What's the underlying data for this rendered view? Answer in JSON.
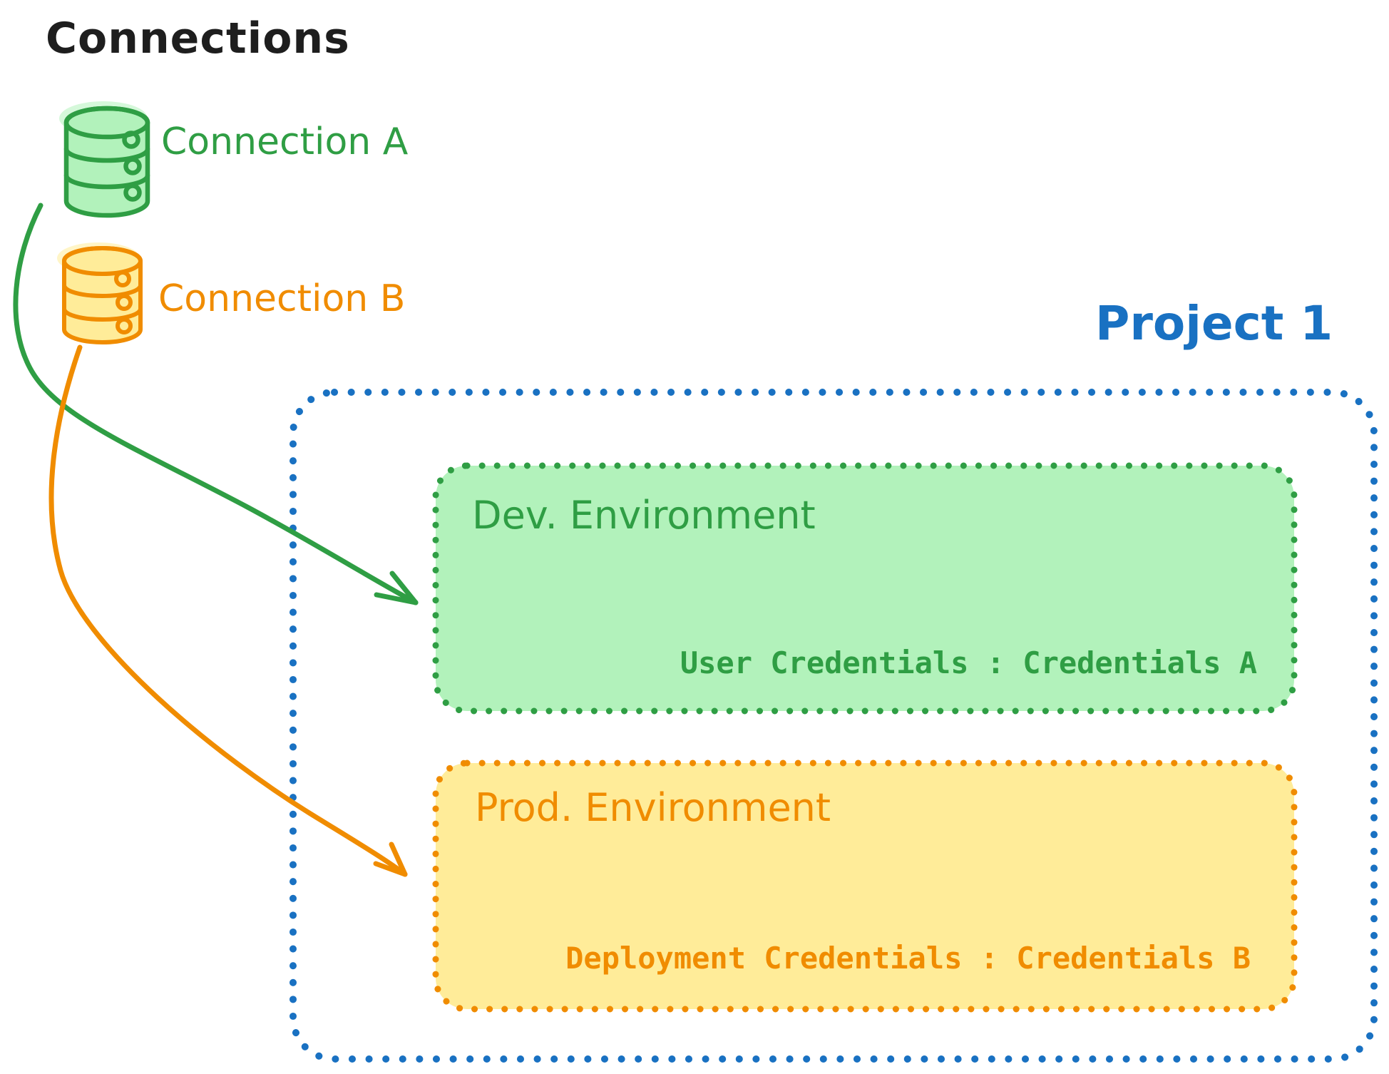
{
  "connections": {
    "heading": "Connections",
    "items": [
      {
        "label": "Connection A",
        "icon": "database-icon",
        "stroke_color": "#2f9e44",
        "fill_color": "#b2f2bb"
      },
      {
        "label": "Connection B",
        "icon": "database-icon",
        "stroke_color": "#f08c00",
        "fill_color": "#ffec99"
      }
    ]
  },
  "project": {
    "title": "Project 1",
    "title_color": "#1971c2",
    "border_color": "#1971c2",
    "environments": [
      {
        "heading": "Dev. Environment",
        "credentials": "User Credentials : Credentials A",
        "stroke_color": "#2f9e44",
        "fill_color": "#b2f2bb"
      },
      {
        "heading": "Prod. Environment",
        "credentials": "Deployment Credentials : Credentials B",
        "stroke_color": "#f08c00",
        "fill_color": "#ffec99"
      }
    ]
  },
  "edges": [
    {
      "from": "Connection A",
      "to": "Dev. Environment",
      "color": "#2f9e44"
    },
    {
      "from": "Connection B",
      "to": "Prod. Environment",
      "color": "#f08c00"
    }
  ]
}
